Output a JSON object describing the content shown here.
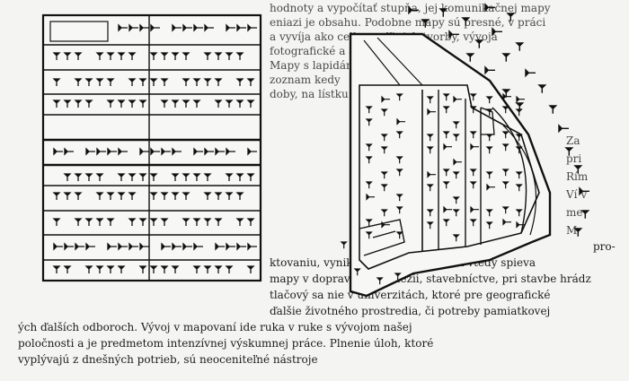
{
  "page": {
    "background": "#f4f4f2",
    "ink": "#1c1c1c"
  },
  "text_lines": [
    "hodnoty a vypočítať stupňa, jej komunikačnej mapy",
    "eniazi je obsahu. Podobne mapy sú presné, v práci",
    "a vyvíja ako celky podľa ich tvorby, vývoja",
    "fotografické a aj obsahu mapy.",
    "Mapy s lapidárnou zložitosťou",
    "zoznam kedy",
    "doby, na lístku",
    "Za",
    "pri",
    "Rím",
    "Ví v",
    "me",
    "M"
  ],
  "bottom_lines": [
    "pro-",
    "ktovaniu, vynikli v obsahu, ktorý od vtedy spieva",
    "mapy v dopravnej, geodézii, stavebníctve, pri stavbe hrádz",
    "tlačový sa nie v univerzitách, ktoré pre geografické",
    "ďalšie životného prostredia, či potreby pamiatkovej",
    "ých ďalších odboroch. Vývoj v mapovaní ide ruka v ruke s vývojom našej",
    "poločnosti a je predmetom intenzívnej výskumnej práce. Plnenie úloh, ktoré",
    "vyplývajú z dnešných potrieb, sú neoceniteľné nástroje"
  ],
  "figure": {
    "left_tablet": "clay tablet with cuneiform register rows",
    "right_map": "Babylonian map sketch with cuneiform inscriptions"
  }
}
